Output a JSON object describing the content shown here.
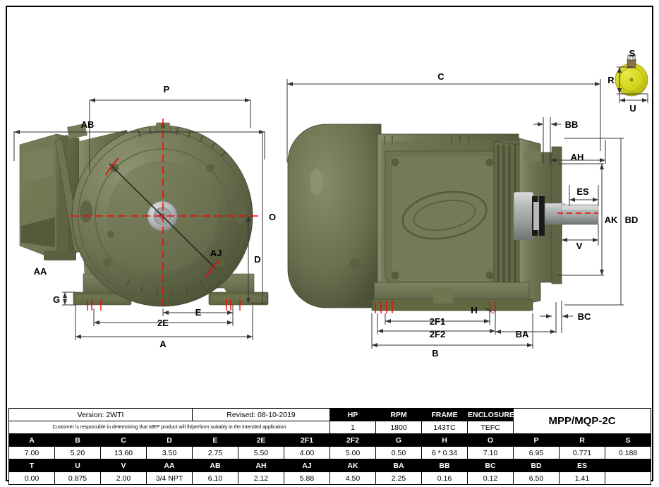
{
  "document": {
    "type": "technical-drawing",
    "title": "MPP/MQP-2C",
    "version_label": "Version: 2WTI",
    "revised_label": "Revised: 08-10-2019",
    "disclaimer": "Customer is responsible in determining that MEP product will fit/perform suitably in the intended application"
  },
  "motor_spec": {
    "headers": [
      "HP",
      "RPM",
      "FRAME",
      "ENCLOSURE"
    ],
    "values": [
      "1",
      "1800",
      "143TC",
      "TEFC"
    ]
  },
  "dimension_table": {
    "row1_headers": [
      "A",
      "B",
      "C",
      "D",
      "E",
      "2E",
      "2F1",
      "2F2",
      "G",
      "H",
      "O",
      "P",
      "R",
      "S"
    ],
    "row1_values": [
      "7.00",
      "5.20",
      "13.60",
      "3.50",
      "2.75",
      "5.50",
      "4.00",
      "5.00",
      "0.50",
      "6 * 0.34",
      "7.10",
      "6.95",
      "0.771",
      "0.188"
    ],
    "row2_headers": [
      "T",
      "U",
      "V",
      "AA",
      "AB",
      "AH",
      "AJ",
      "AK",
      "BA",
      "BB",
      "BC",
      "BD",
      "ES",
      ""
    ],
    "row2_values": [
      "0.00",
      "0.875",
      "2.00",
      "3/4 NPT",
      "6.10",
      "2.12",
      "5.88",
      "4.50",
      "2.25",
      "0.16",
      "0.12",
      "6.50",
      "1.41",
      ""
    ]
  },
  "left_view": {
    "name": "front-end-view",
    "dimension_labels": [
      "P",
      "AB",
      "AA",
      "O",
      "D",
      "AJ",
      "G",
      "E",
      "2E",
      "A"
    ]
  },
  "right_view": {
    "name": "side-profile-view",
    "dimension_labels": [
      "C",
      "BB",
      "AH",
      "ES",
      "V",
      "AK",
      "BD",
      "H",
      "2F1",
      "2F2",
      "BA",
      "BC",
      "B"
    ]
  },
  "shaft_detail": {
    "name": "shaft-end-keyway-detail",
    "dimension_labels": [
      "S",
      "R",
      "U"
    ]
  },
  "colors": {
    "motor_body": "#6b7150",
    "motor_body_light": "#7c8260",
    "motor_body_dark": "#4e5439",
    "shaft_metal": "#a9adaa",
    "shaft_end_yellow": "#d2d219",
    "centerline_red": "#ff0000",
    "dimension_black": "#000000",
    "table_header_bg": "#000000",
    "page_bg": "#ffffff"
  }
}
